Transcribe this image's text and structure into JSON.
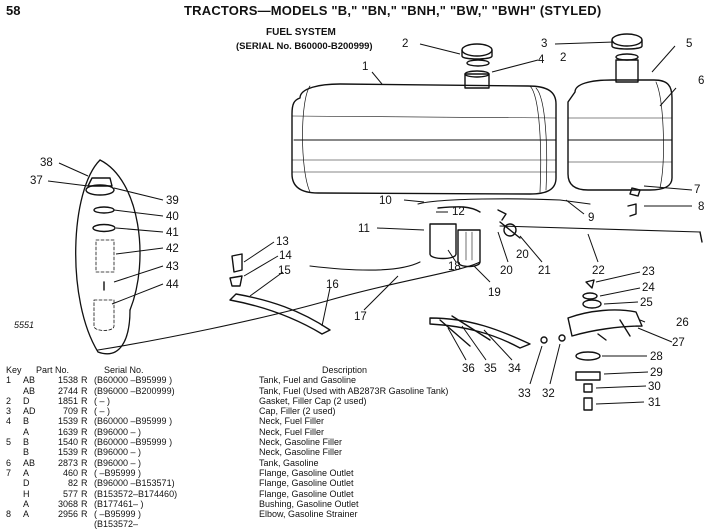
{
  "header": {
    "page_number": "58",
    "title": "TRACTORS—MODELS \"B,\" \"BN,\" \"BNH,\" \"BW,\" \"BWH\" (STYLED)"
  },
  "section": {
    "title": "FUEL SYSTEM",
    "serial": "(SERIAL No. B60000-B200999)"
  },
  "figure_id": "5551",
  "callouts": [
    "1",
    "2",
    "3",
    "4",
    "5",
    "6",
    "7",
    "8",
    "9",
    "10",
    "11",
    "12",
    "13",
    "14",
    "15",
    "16",
    "17",
    "18",
    "19",
    "20",
    "21",
    "22",
    "23",
    "24",
    "25",
    "26",
    "27",
    "28",
    "29",
    "30",
    "31",
    "32",
    "33",
    "34",
    "35",
    "36",
    "37",
    "38",
    "39",
    "40",
    "41",
    "42",
    "43",
    "44",
    "2",
    "20"
  ],
  "table_headers": {
    "key": "Key",
    "part_no": "Part No.",
    "serial_no": "Serial No.",
    "description": "Description"
  },
  "parts": [
    {
      "key": "1",
      "prefix": "AB",
      "number": "1538",
      "suffix": "R",
      "serial": "(B60000 –B95999 )",
      "desc": "Tank, Fuel and Gasoline"
    },
    {
      "key": "",
      "prefix": "AB",
      "number": "2744",
      "suffix": "R",
      "serial": "(B96000 –B200999)",
      "desc": "Tank, Fuel (Used with AB2873R Gasoline Tank)"
    },
    {
      "key": "2",
      "prefix": "D",
      "number": "1851",
      "suffix": "R",
      "serial": "(              –              )",
      "desc": "Gasket, Filler Cap (2 used)"
    },
    {
      "key": "3",
      "prefix": "AD",
      "number": "709",
      "suffix": "R",
      "serial": "(              –              )",
      "desc": "Cap, Filler (2 used)"
    },
    {
      "key": "4",
      "prefix": "B",
      "number": "1539",
      "suffix": "R",
      "serial": "(B60000 –B95999 )",
      "desc": "Neck, Fuel Filler"
    },
    {
      "key": "",
      "prefix": "A",
      "number": "1639",
      "suffix": "R",
      "serial": "(B96000 –              )",
      "desc": "Neck, Fuel Filler"
    },
    {
      "key": "5",
      "prefix": "B",
      "number": "1540",
      "suffix": "R",
      "serial": "(B60000 –B95999 )",
      "desc": "Neck, Gasoline Filler"
    },
    {
      "key": "",
      "prefix": "B",
      "number": "1539",
      "suffix": "R",
      "serial": "(B96000 –              )",
      "desc": "Neck, Gasoline Filler"
    },
    {
      "key": "6",
      "prefix": "AB",
      "number": "2873",
      "suffix": "R",
      "serial": "(B96000 –              )",
      "desc": "Tank, Gasoline"
    },
    {
      "key": "7",
      "prefix": "A",
      "number": "460",
      "suffix": "R",
      "serial": "(              –B95999 )",
      "desc": "Flange, Gasoline Outlet"
    },
    {
      "key": "",
      "prefix": "D",
      "number": "82",
      "suffix": "R",
      "serial": "(B96000 –B153571)",
      "desc": "Flange, Gasoline Outlet"
    },
    {
      "key": "",
      "prefix": "H",
      "number": "577",
      "suffix": "R",
      "serial": "(B153572–B174460)",
      "desc": "Flange, Gasoline Outlet"
    },
    {
      "key": "",
      "prefix": "A",
      "number": "3068",
      "suffix": "R",
      "serial": "(B177461–              )",
      "desc": "Bushing, Gasoline Outlet"
    },
    {
      "key": "8",
      "prefix": "A",
      "number": "2956",
      "suffix": "R",
      "serial": "(              –B95999 )",
      "desc": "Elbow, Gasoline Strainer"
    },
    {
      "key": "",
      "prefix": "",
      "number": "",
      "suffix": "",
      "serial": "(B153572–",
      "desc": ""
    }
  ]
}
